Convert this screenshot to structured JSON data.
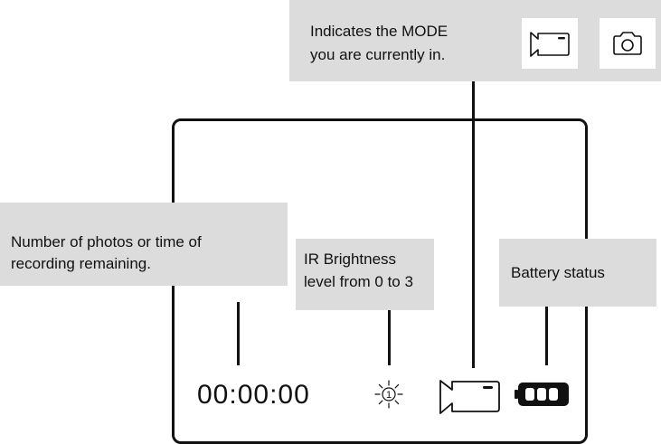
{
  "callouts": {
    "mode": {
      "line1": "Indicates the MODE",
      "line2": "you are currently in."
    },
    "remaining": {
      "line1": "Number of photos or time of",
      "line2": "recording remaining."
    },
    "ir": {
      "line1": "IR Brightness",
      "line2": "level from 0 to 3"
    },
    "battery": {
      "text": "Battery status"
    }
  },
  "screen": {
    "timer": "00:00:00",
    "ir_level": "1",
    "mode_icon": "video-camera-icon",
    "battery_icon": "battery-full-icon"
  },
  "mode_icons": [
    "video-camera-icon",
    "photo-camera-icon"
  ],
  "colors": {
    "callout_bg": "#dcdcdc",
    "ink": "#111111"
  }
}
